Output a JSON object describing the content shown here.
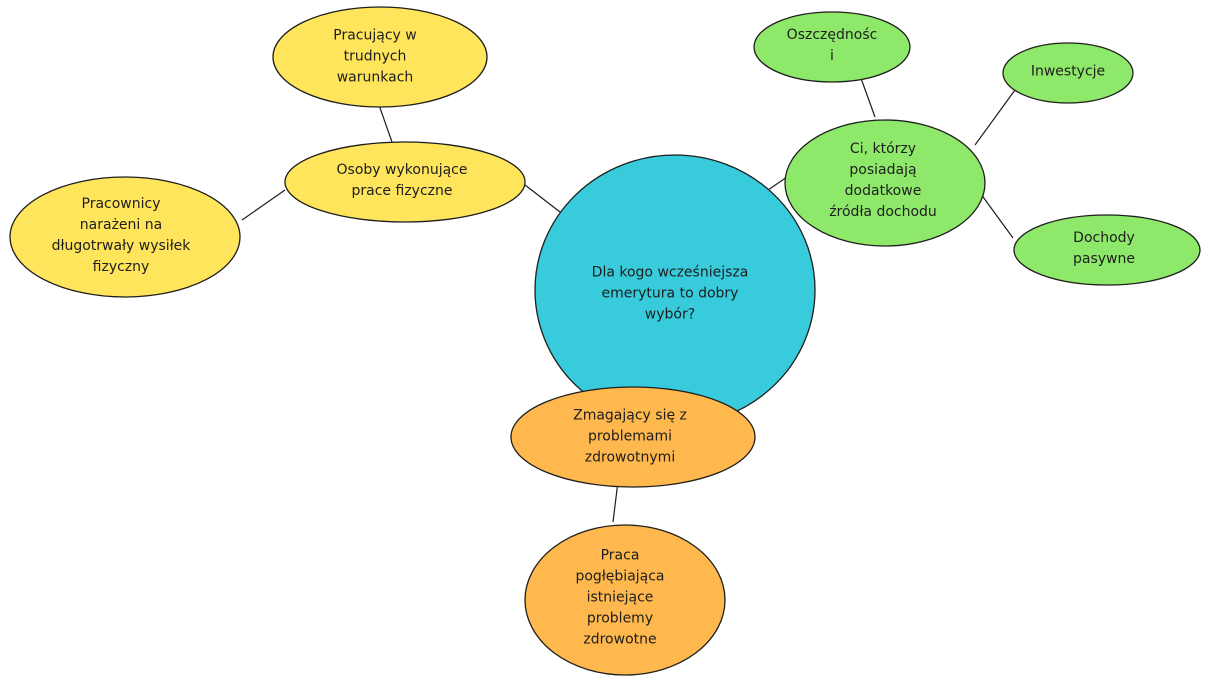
{
  "colors": {
    "center": "#38cbdb",
    "yellow": "#ffe55b",
    "orange": "#ffb84d",
    "green": "#8ee86a",
    "stroke": "#1e1e1e"
  },
  "nodes": {
    "center": "Dla kogo wcześniejsza\nemerytura to dobry\nwybór?",
    "physical": "Osoby wykonujące\nprace fizyczne",
    "hard_conditions": "Pracujący w\ntrudnych\nwarunkach",
    "long_effort": "Pracownicy\nnarażeni na\ndługotrwały wysiłek\nfizyczny",
    "health": "Zmagający się z\nproblemami\nzdrowotnymi",
    "work_worsening": "Praca\npogłębiająca\nistniejące\nproblemy\nzdrowotne",
    "extra_income": "Ci, którzy\nposiadają\ndodatkowe\nźródła dochodu",
    "savings": "Oszczędnośc\ni",
    "investments": "Inwestycje",
    "passive_income": "Dochody\npasywne"
  }
}
